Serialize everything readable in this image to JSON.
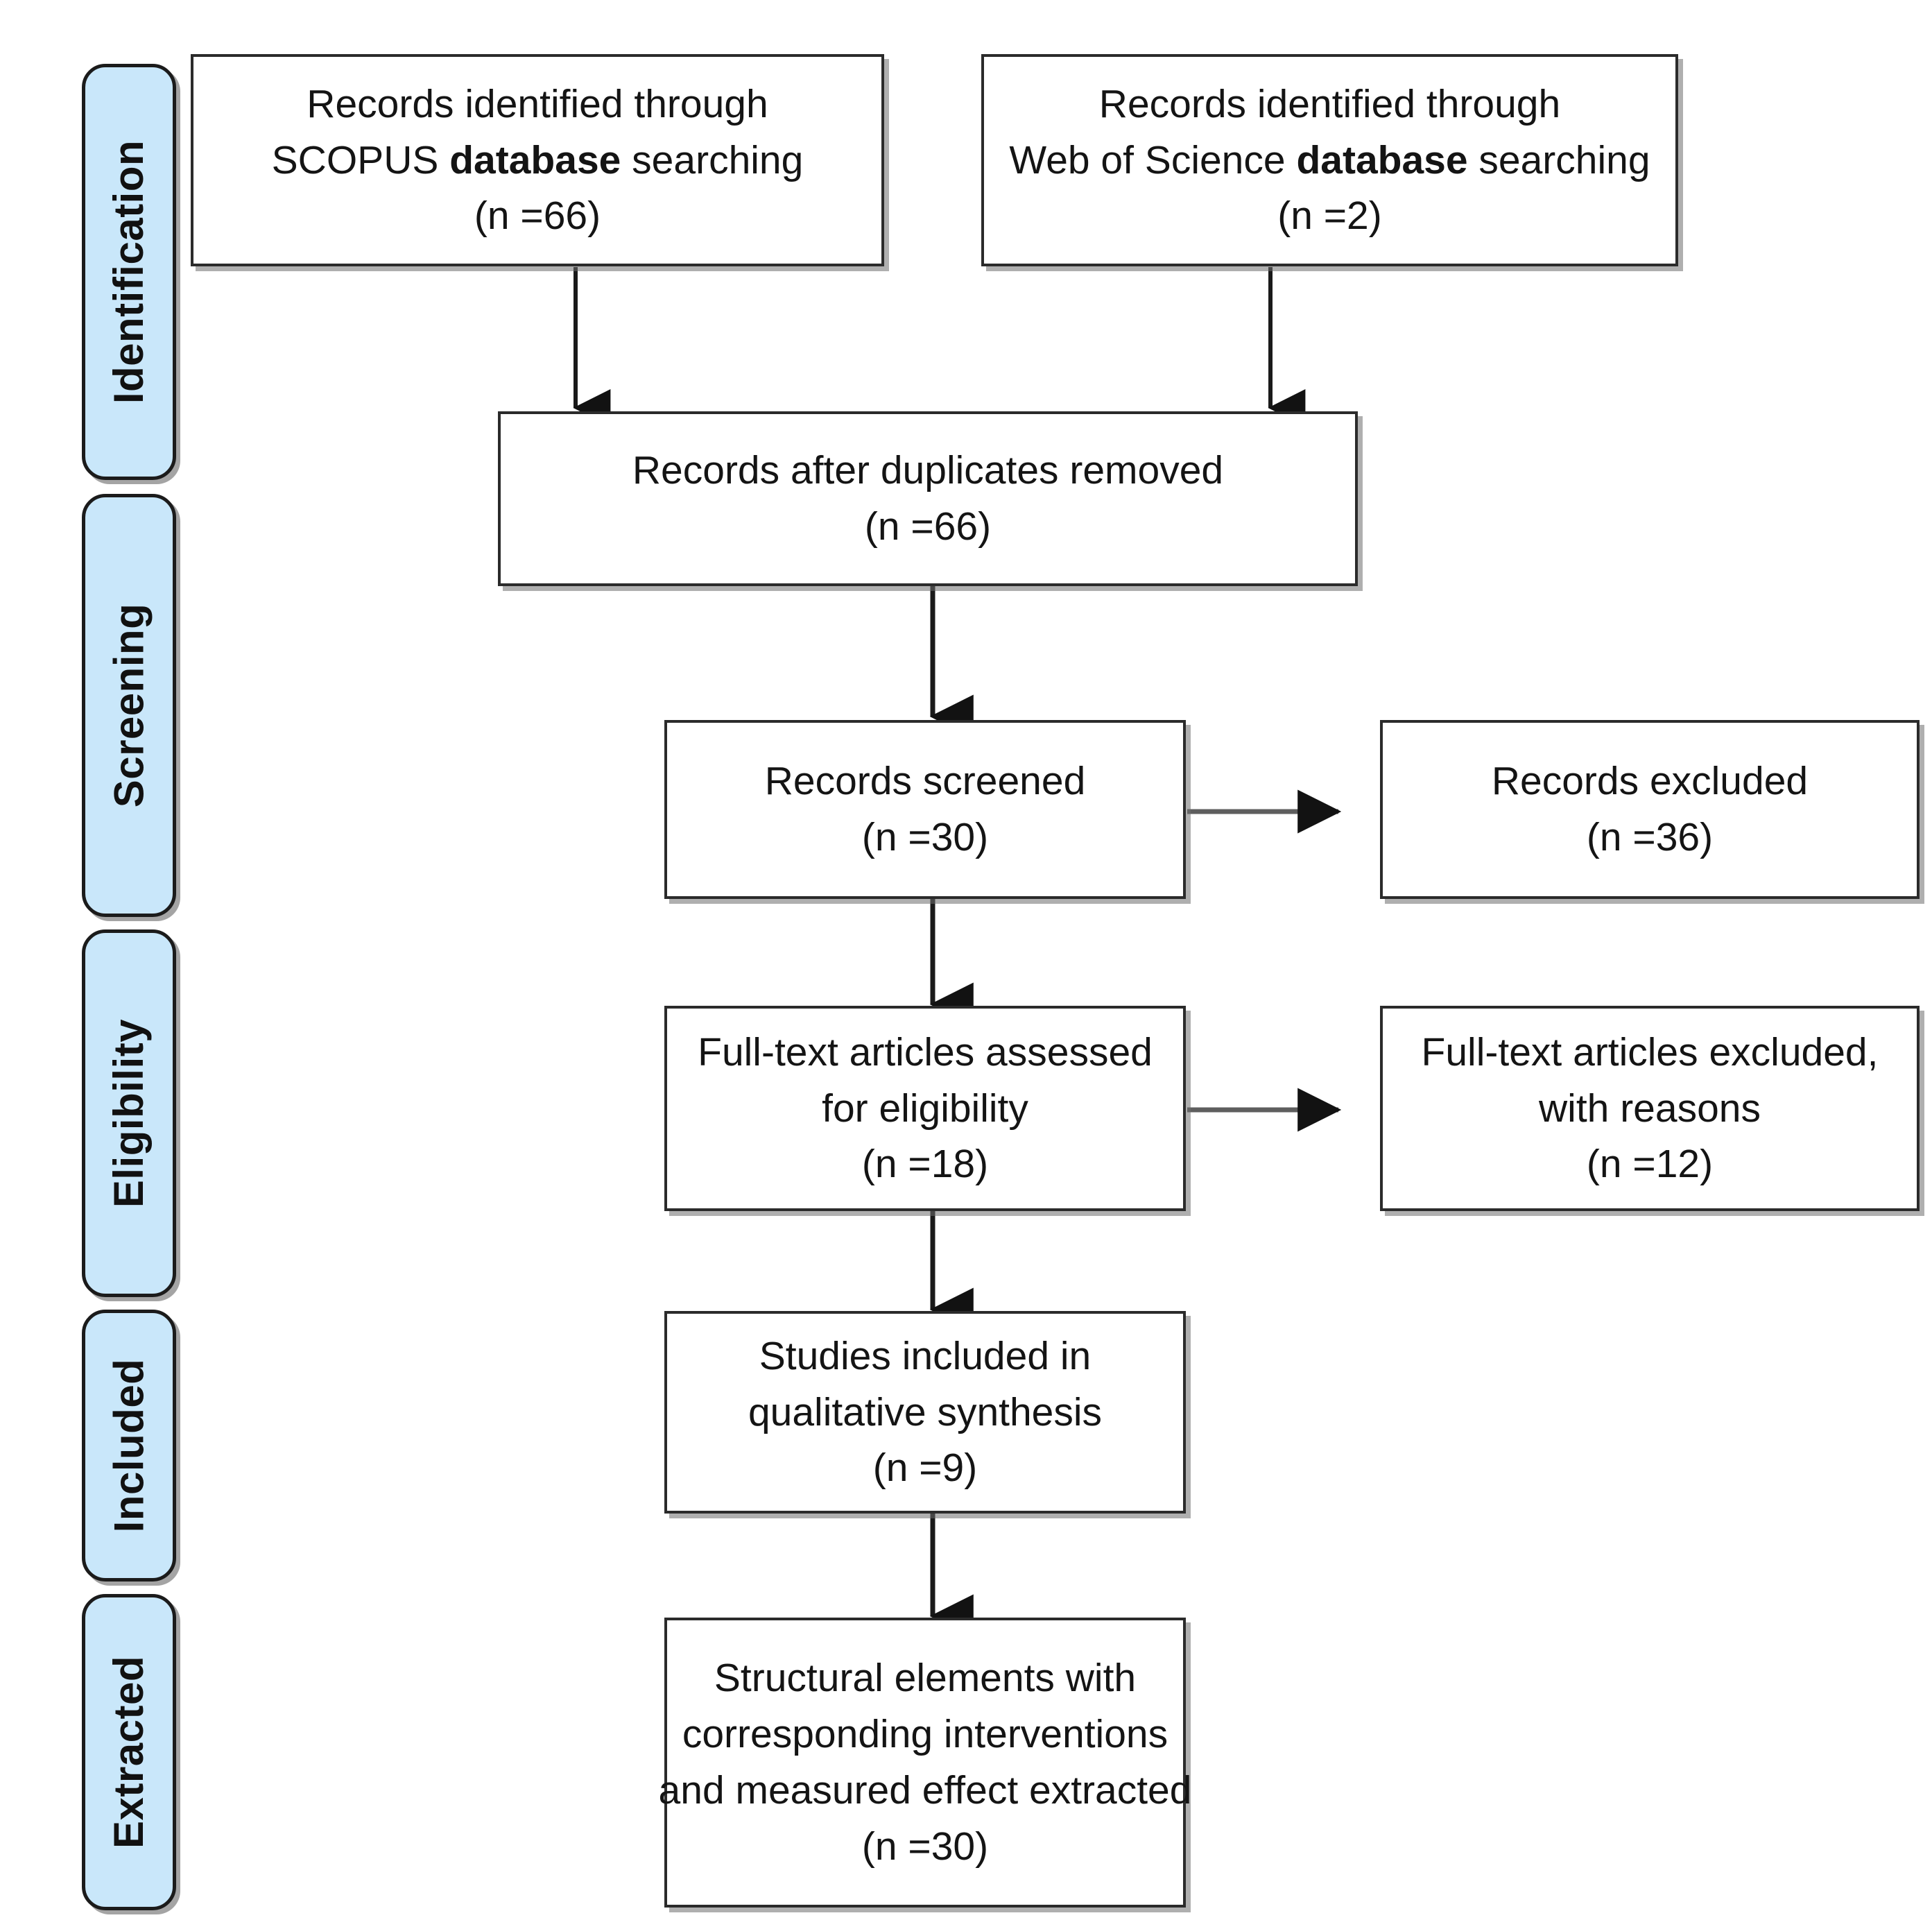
{
  "diagram": {
    "type": "prisma-flow-diagram",
    "stages": [
      {
        "id": "identification",
        "label": "Identification"
      },
      {
        "id": "screening",
        "label": "Screening"
      },
      {
        "id": "eligibility",
        "label": "Eligibility"
      },
      {
        "id": "included",
        "label": "Included"
      },
      {
        "id": "extracted",
        "label": "Extracted"
      }
    ],
    "boxes": {
      "scopus": {
        "line1": "Records identified through",
        "line2_prefix": "SCOPUS ",
        "line2_bold": "database",
        "line2_suffix": " searching",
        "count": "(n =66)"
      },
      "wos": {
        "line1": "Records identified through",
        "line2_prefix": "Web of Science ",
        "line2_bold": "database",
        "line2_suffix": " searching",
        "count": "(n =2)"
      },
      "duplicates_removed": {
        "line1": "Records after duplicates removed",
        "count": "(n =66)"
      },
      "records_screened": {
        "line1": "Records screened",
        "count": "(n =30)"
      },
      "records_excluded": {
        "line1": "Records excluded",
        "count": "(n =36)"
      },
      "fulltext_assessed": {
        "line1": "Full-text articles assessed",
        "line2": "for eligibility",
        "count": "(n =18)"
      },
      "fulltext_excluded": {
        "line1": "Full-text articles excluded,",
        "line2": "with reasons",
        "count": "(n =12)"
      },
      "studies_included": {
        "line1": "Studies included in",
        "line2": "qualitative synthesis",
        "count": "(n =9)"
      },
      "structural_extracted": {
        "line1": "Structural elements with",
        "line2": "corresponding interventions",
        "line3": "and measured effect extracted",
        "count": "(n =30)"
      }
    },
    "colors": {
      "stage_fill": "#c9e7fa",
      "stage_border": "#1b1b1b",
      "box_border": "#2b2b2b",
      "connector": "#1a1a1a",
      "background": "#ffffff"
    }
  }
}
